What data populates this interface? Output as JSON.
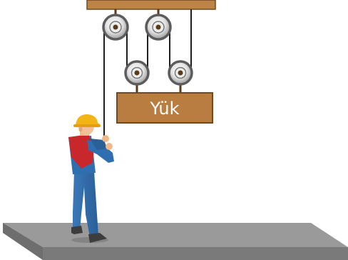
{
  "load": {
    "label": "Yük"
  },
  "pulleys": {
    "fixed_count": 2,
    "movable_count": 2
  }
}
